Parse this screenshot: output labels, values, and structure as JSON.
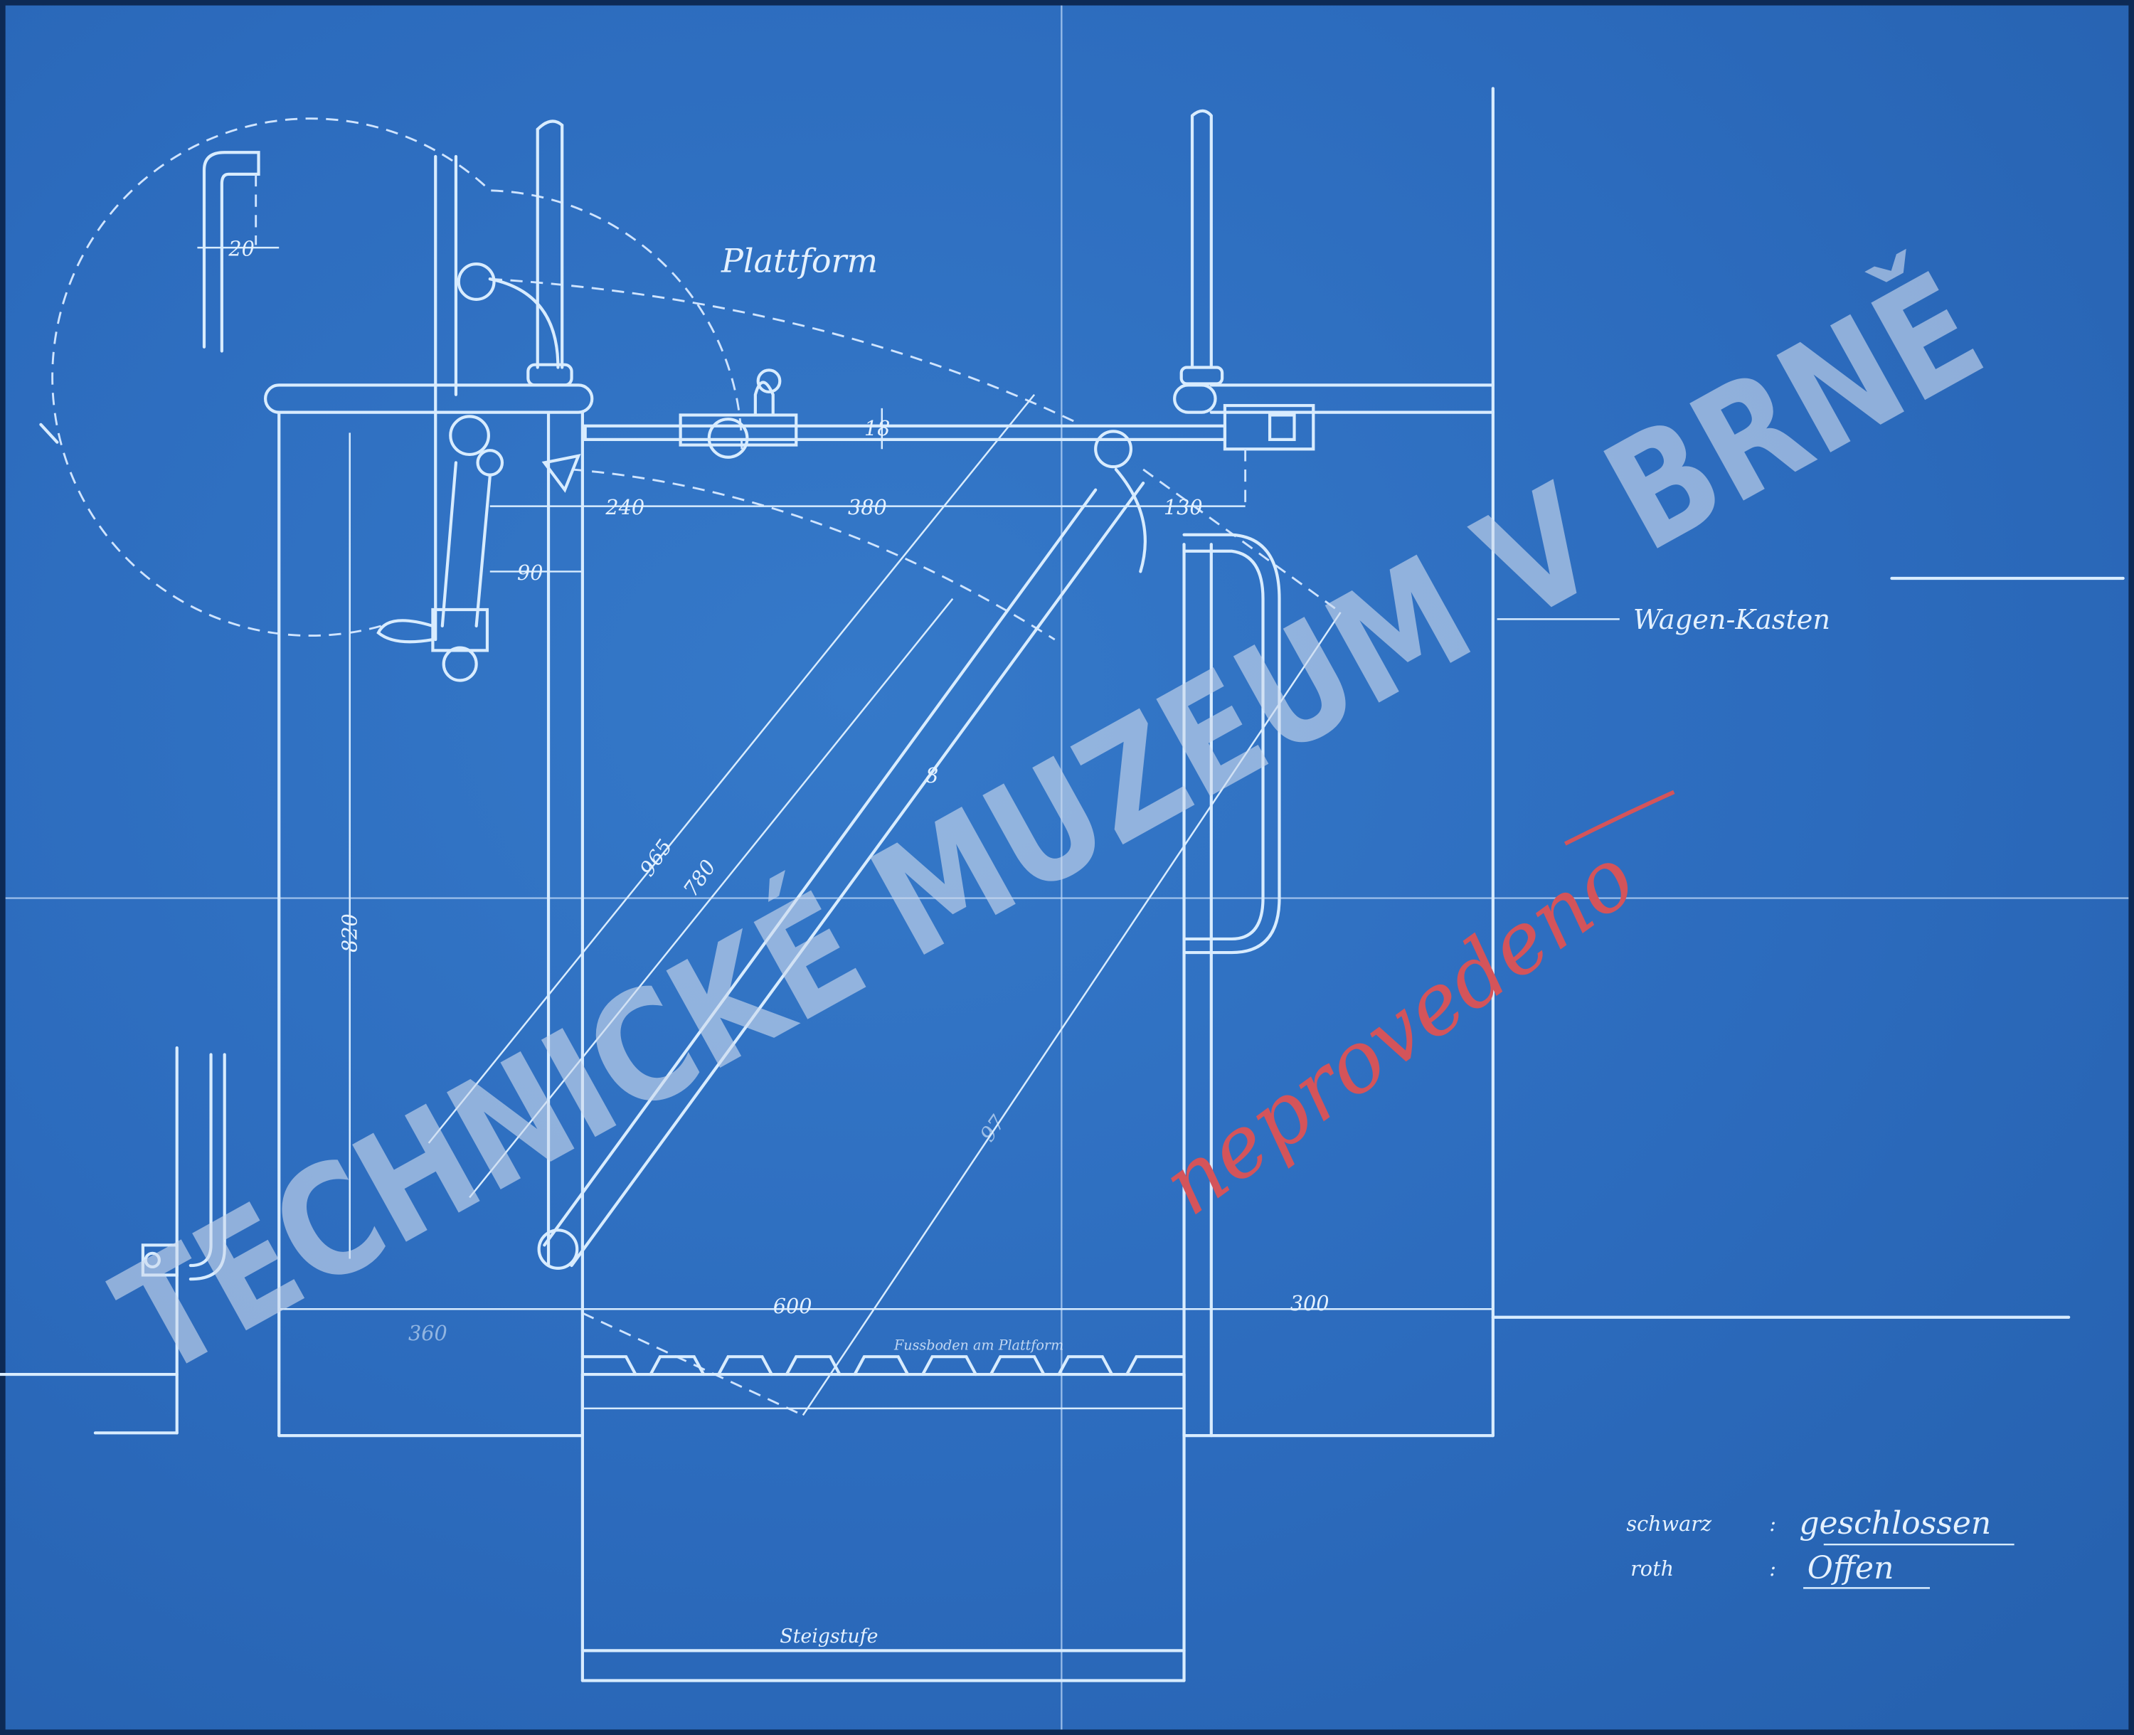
{
  "labels": {
    "platform": "Plattform",
    "car_body": "Wagen-Kasten",
    "floor": "Fussboden am Plattform",
    "step": "Steigstufe"
  },
  "dimensions": {
    "handle_width": "20",
    "bar_height": "18",
    "d240": "240",
    "d380": "380",
    "d130": "130",
    "d90": "90",
    "d965": "965",
    "d780": "780",
    "d820": "820",
    "d8": "8",
    "d97": "97",
    "d360": "360",
    "d600": "600",
    "d300": "300"
  },
  "legend": {
    "black_key": "schwarz",
    "black_value": "geschlossen",
    "red_key": "roth",
    "red_value": "Offen",
    "separator": ":"
  },
  "annotation_red": "neprovedeno",
  "watermark": "TECHNICKÉ MUZEUM V BRNĚ",
  "colors": {
    "paper": "#2c6bbd",
    "lines": "#d8ecff",
    "red_ink": "#d4545a",
    "watermark": "#cddaee"
  }
}
